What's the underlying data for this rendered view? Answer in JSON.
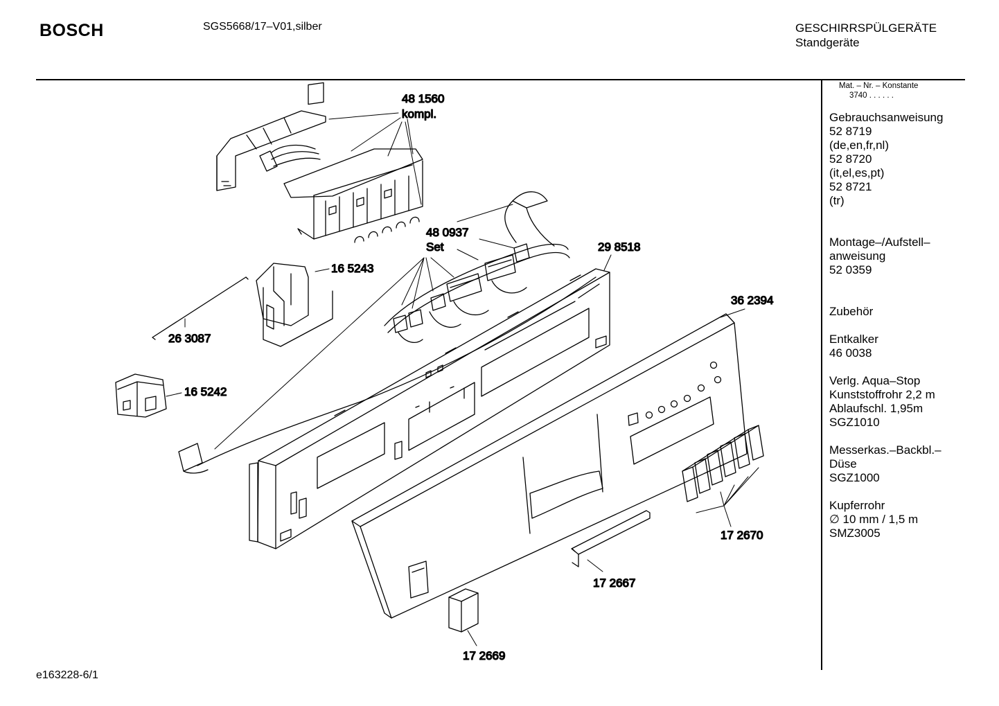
{
  "header": {
    "brand": "BOSCH",
    "model": "SGS5668/17–V01,silber",
    "category": "GESCHIRRSPÜLGERÄTE",
    "subcategory": "Standgeräte"
  },
  "sidebar": {
    "heading": "Mat. – Nr. – Konstante",
    "subheading": "3740  .  .  .  .  .  .",
    "groups": [
      "Gebrauchsanweisung\n52 8719\n(de,en,fr,nl)\n52 8720\n(it,el,es,pt)\n52 8721\n(tr)",
      "Montage–/Aufstell–\nanweisung\n52 0359",
      "Zubehör",
      "Entkalker\n46 0038",
      "Verlg. Aqua–Stop\nKunststoffrohr 2,2 m\nAblaufschl. 1,95m\nSGZ1010",
      "Messerkas.–Backbl.–\nDüse\nSGZ1000",
      "Kupferrohr\n∅ 10 mm / 1,5 m\nSMZ3005"
    ]
  },
  "parts": {
    "p481560": "48 1560",
    "p481560_note": "kompl.",
    "p480937": "48 0937",
    "p480937_note": "Set",
    "p298518": "29 8518",
    "p165243": "16 5243",
    "p263087": "26 3087",
    "p165242": "16 5242",
    "p362394": "36 2394",
    "p172670": "17 2670",
    "p172667": "17 2667",
    "p172669": "17 2669"
  },
  "footer": {
    "drawing_id": "e163228-6/1"
  }
}
